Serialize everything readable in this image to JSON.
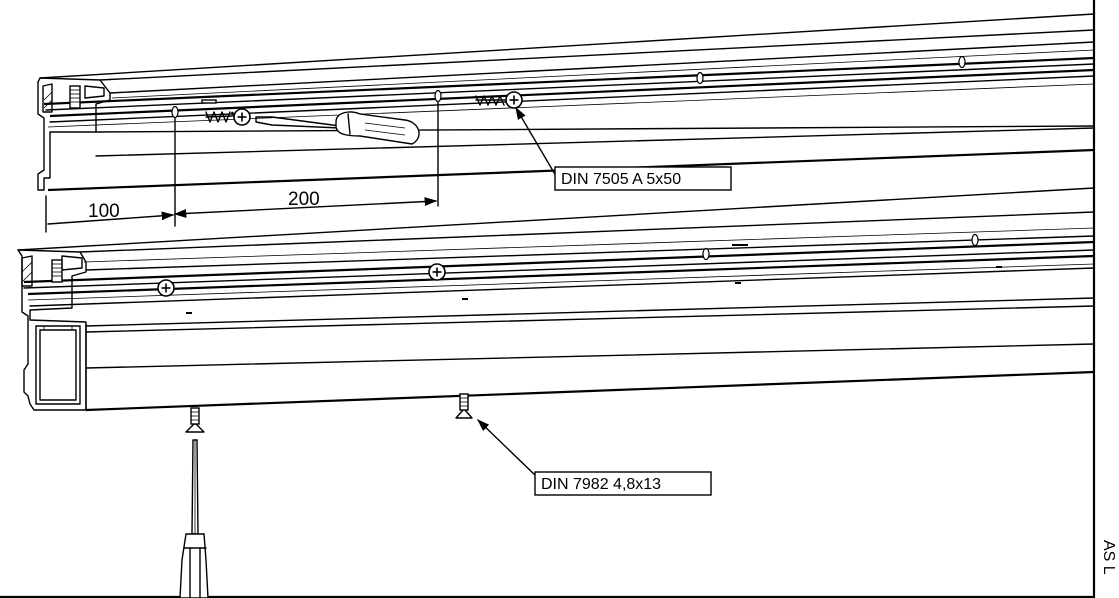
{
  "dimensions": {
    "first_spacing": "100",
    "second_spacing": "200"
  },
  "callouts": {
    "top_screw": "DIN 7505 A 5x50",
    "bottom_screw": "DIN 7982 4,8x13"
  },
  "side_label": "AS L",
  "icons": {
    "top_tool": "flat-screwdriver-icon",
    "bottom_tool": "phillips-screwdriver-icon",
    "wood_screw": "wood-screw-icon",
    "countersunk_screw": "countersunk-screw-icon"
  },
  "colors": {
    "ink": "#000000",
    "paper": "#ffffff"
  }
}
